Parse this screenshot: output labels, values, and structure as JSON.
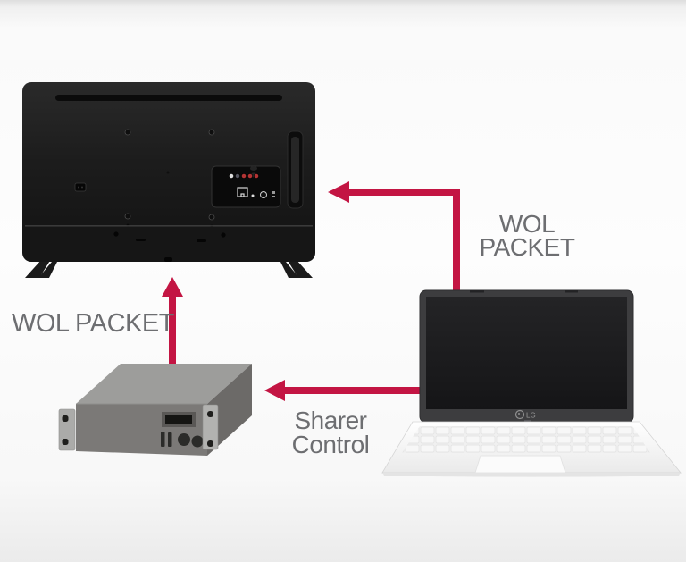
{
  "diagram": {
    "arrow_color": "#c31543",
    "label_color": "#6d6e71",
    "labels": {
      "wol_left": "WOL PACKET",
      "wol_right_line1": "WOL",
      "wol_right_line2": "PACKET",
      "sharer_line1": "Sharer",
      "sharer_line2": "Control"
    },
    "devices": [
      {
        "id": "tv-rear",
        "description": "television rear view"
      },
      {
        "id": "sharer-box",
        "description": "rack-mount sharer device"
      },
      {
        "id": "laptop",
        "description": "LG laptop",
        "logo": "LG"
      }
    ],
    "flows": [
      {
        "from": "laptop",
        "to": "tv",
        "label": "WOL PACKET"
      },
      {
        "from": "sharer-box",
        "to": "tv",
        "label": "WOL PACKET"
      },
      {
        "from": "laptop",
        "to": "sharer-box",
        "label": "Sharer Control"
      }
    ]
  }
}
